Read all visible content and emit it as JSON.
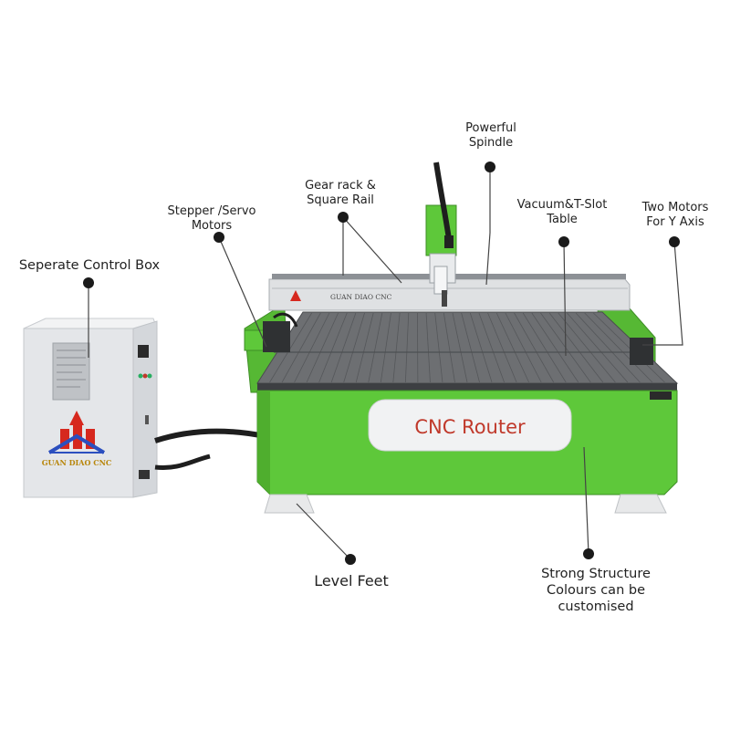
{
  "labels": {
    "powerful_spindle": "Powerful\nSpindle",
    "gear_rack": "Gear rack &\nSquare Rail",
    "stepper_servo": "Stepper /Servo\nMotors",
    "vacuum_table": "Vacuum&T-Slot\nTable",
    "two_motors": "Two Motors\nFor Y Axis",
    "control_box": "Seperate Control Box",
    "level_feet": "Level Feet",
    "strong_structure": "Strong Structure\nColours can be\ncustomised"
  },
  "machine": {
    "panel_text": "CNC  Router",
    "gantry_brand": "GUAN DIAO CNC",
    "box_brand": "GUAN DIAO CNC"
  },
  "colors": {
    "machine_green": "#5ec83a",
    "table_gray": "#6d6f72",
    "box_white": "#e8e9eb",
    "panel_red": "#c0392b",
    "logo_red": "#d6281e",
    "logo_blue": "#2b4fbf"
  }
}
